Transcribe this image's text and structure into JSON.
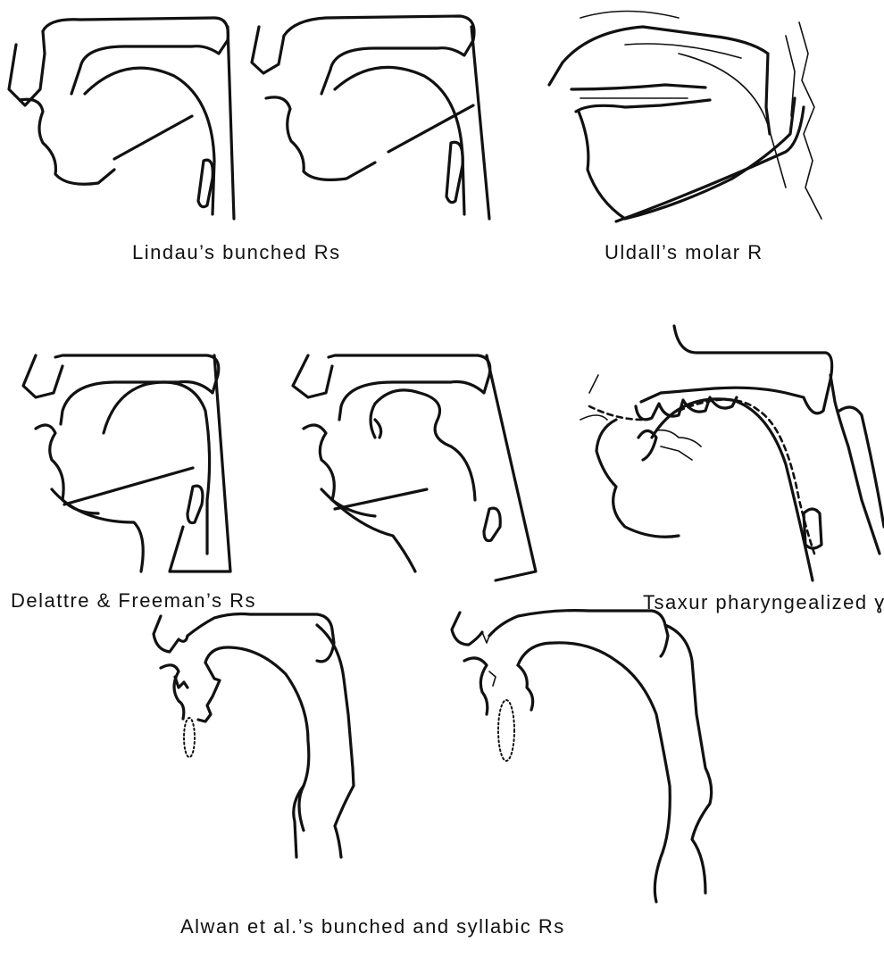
{
  "captions": {
    "lindau": "Lindau’s bunched Rs",
    "uldall": "Uldall’s molar R",
    "delattre": "Delattre & Freeman’s Rs",
    "tsaxur": "Tsaxur pharyngealized ɣˤ",
    "alwan": "Alwan et al.’s bunched and syllabic Rs"
  }
}
